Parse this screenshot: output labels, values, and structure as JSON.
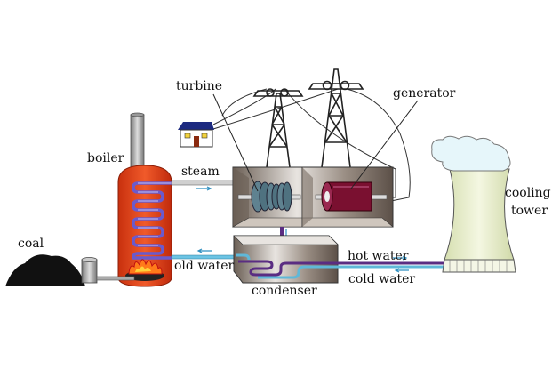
{
  "labels": {
    "turbine": "turbine",
    "generator": "generator",
    "boiler": "boiler",
    "steam": "steam",
    "coal": "coal",
    "old_water": "old water",
    "condenser": "condenser",
    "hot_water": "hot water",
    "cold_water": "cold water",
    "cooling_line1": "cooling",
    "cooling_line2": "tower"
  },
  "colors": {
    "boiler": "#e8401c",
    "coil": "#6a5acd",
    "steam_pipe": "#b8b8b8",
    "cold_pipe": "#5fb8d8",
    "hot_pipe": "#5a2d82",
    "generator": "#7a1030",
    "tower": "#eef3d6"
  }
}
